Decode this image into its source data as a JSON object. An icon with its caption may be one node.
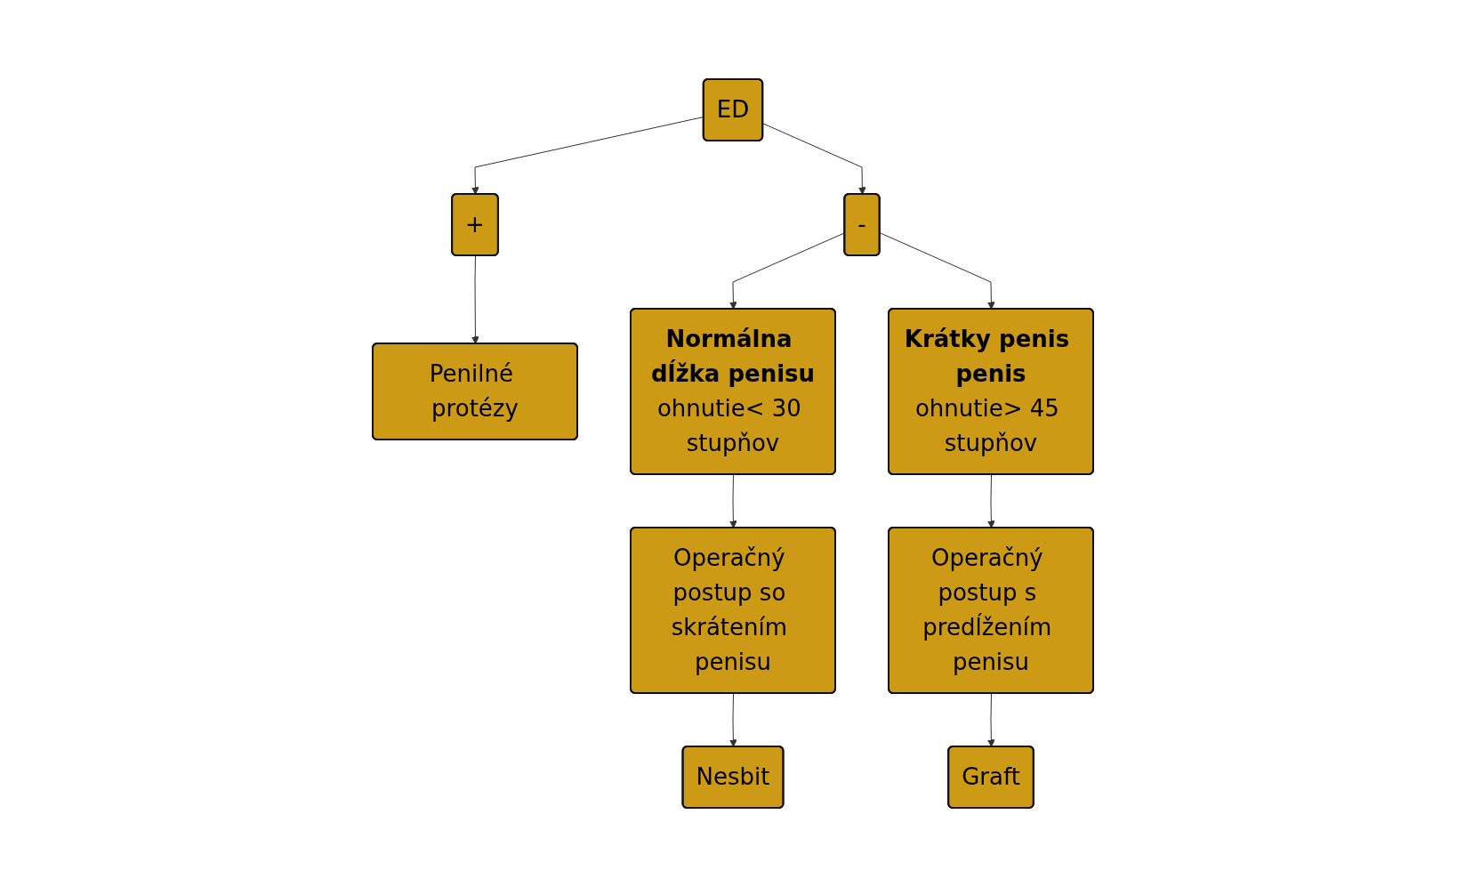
{
  "diagram": {
    "nodes": [
      {
        "text": [
          "ED"
        ]
      },
      {
        "text": [
          "+"
        ]
      },
      {
        "text": [
          "-"
        ]
      },
      {
        "text": [
          "Penilné protézy"
        ]
      },
      {
        "text": [
          "Normálna dĺžka penisu",
          "ohnutie< 30 stupňov"
        ]
      },
      {
        "text": [
          "Krátky penis penis",
          "ohnutie> 45 stupňov"
        ]
      },
      {
        "text": [
          "Operačný postup so skrátením penisu"
        ]
      },
      {
        "text": [
          "Operačný postup s predĺžením penisu"
        ]
      },
      {
        "text": [
          "Nesbit"
        ]
      },
      {
        "text": [
          "Graft"
        ]
      }
    ],
    "edges": [
      {
        "from": 0,
        "to": 1,
        "arrow": "to"
      },
      {
        "from": 0,
        "to": 2,
        "arrow": "to"
      },
      {
        "from": 1,
        "to": 3,
        "arrow": "to"
      },
      {
        "from": 2,
        "to": 4,
        "arrow": "to"
      },
      {
        "from": 2,
        "to": 5,
        "arrow": "to"
      },
      {
        "from": 4,
        "to": 6,
        "arrow": "to"
      },
      {
        "from": 5,
        "to": 7,
        "arrow": "to"
      },
      {
        "from": 6,
        "to": 8,
        "arrow": "to"
      },
      {
        "from": 7,
        "to": 9,
        "arrow": "to"
      }
    ]
  }
}
